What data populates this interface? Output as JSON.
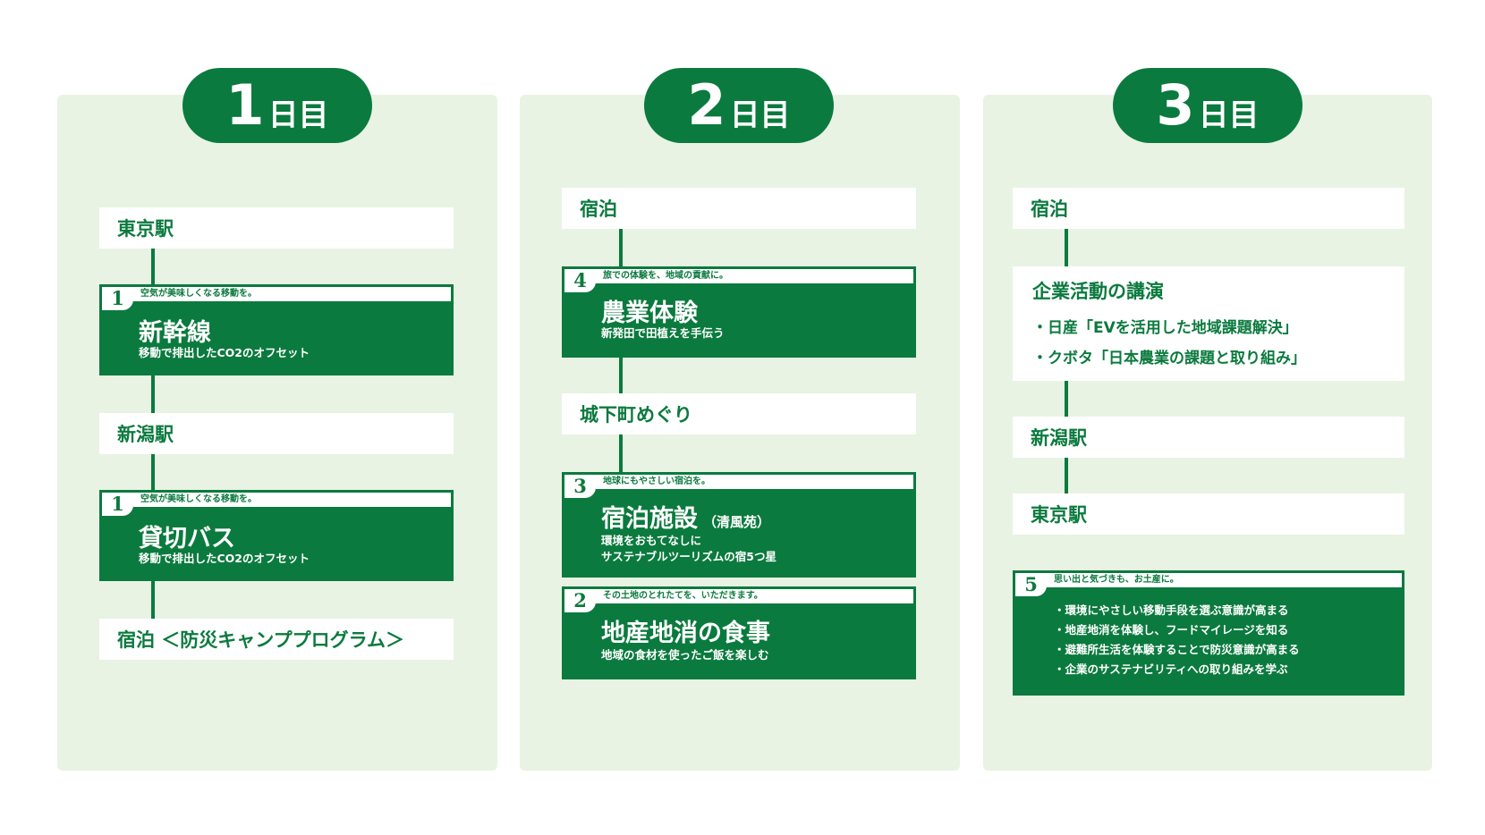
{
  "days": [
    {
      "label_num": "1",
      "label_unit": "日目",
      "items": [
        {
          "kind": "station",
          "text": "東京駅"
        },
        {
          "kind": "card",
          "num": "1",
          "tagline": "空気が美味しくなる移動を。",
          "title": "新幹線",
          "title_note": "",
          "desc": [
            "移動で排出したCO2のオフセット"
          ]
        },
        {
          "kind": "station",
          "text": "新潟駅"
        },
        {
          "kind": "card",
          "num": "1",
          "tagline": "空気が美味しくなる移動を。",
          "title": "貸切バス",
          "title_note": "",
          "desc": [
            "移動で排出したCO2のオフセット"
          ]
        },
        {
          "kind": "station",
          "text": "宿泊 ＜防災キャンププログラム＞"
        }
      ]
    },
    {
      "label_num": "2",
      "label_unit": "日目",
      "items": [
        {
          "kind": "station",
          "text": "宿泊"
        },
        {
          "kind": "card",
          "num": "4",
          "tagline": "旅での体験を、地域の貢献に。",
          "title": "農業体験",
          "title_note": "",
          "desc": [
            "新発田で田植えを手伝う"
          ]
        },
        {
          "kind": "station",
          "text": "城下町めぐり"
        },
        {
          "kind": "card",
          "num": "3",
          "tagline": "地球にもやさしい宿泊を。",
          "title": "宿泊施設",
          "title_note": "（清風苑）",
          "desc": [
            "環境をおもてなしに",
            "サステナブルツーリズムの宿5つ星"
          ]
        },
        {
          "kind": "card",
          "num": "2",
          "tagline": "その土地のとれたてを、いただきます。",
          "title": "地産地消の食事",
          "title_note": "",
          "desc": [
            "地域の食材を使ったご飯を楽しむ"
          ]
        }
      ]
    },
    {
      "label_num": "3",
      "label_unit": "日目",
      "items": [
        {
          "kind": "station",
          "text": "宿泊"
        },
        {
          "kind": "lecture",
          "title": "企業活動の講演",
          "points": [
            "・日産「EVを活用した地域課題解決」",
            "・クボタ「日本農業の課題と取り組み」"
          ]
        },
        {
          "kind": "station",
          "text": "新潟駅"
        },
        {
          "kind": "station",
          "text": "東京駅"
        },
        {
          "kind": "result",
          "num": "5",
          "tagline": "思い出と気づきも、お土産に。",
          "points": [
            "・環境にやさしい移動手段を選ぶ意識が高まる",
            "・地産地消を体験し、フードマイレージを知る",
            "・避難所生活を体験することで防災意識が高まる",
            "・企業のサステナビリティへの取り組みを学ぶ"
          ]
        }
      ]
    }
  ],
  "colors": {
    "brand_green": "#0b7a3e",
    "panel_bg": "#e8f3e4",
    "white": "#ffffff"
  }
}
